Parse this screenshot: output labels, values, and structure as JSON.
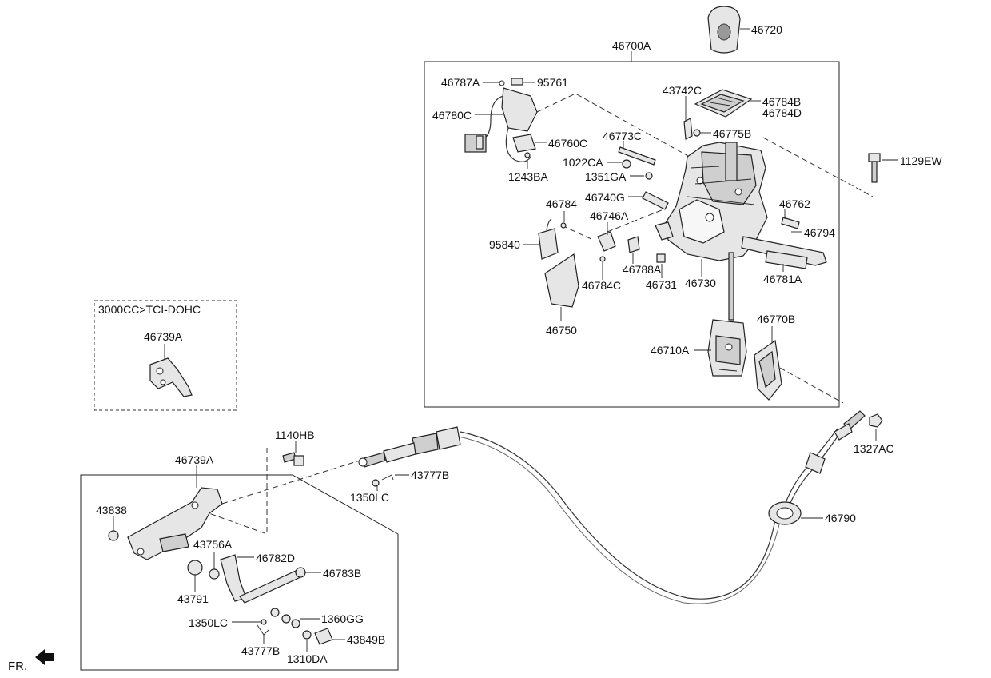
{
  "diagram": {
    "labels": {
      "l46720": "46720",
      "l46700A": "46700A",
      "l46787A": "46787A",
      "l95761": "95761",
      "l43742C": "43742C",
      "l46784B": "46784B",
      "l46784D": "46784D",
      "l46780C": "46780C",
      "l46775B": "46775B",
      "l46773C": "46773C",
      "l46760C": "46760C",
      "l1022CA": "1022CA",
      "l1129EW": "1129EW",
      "l1243BA": "1243BA",
      "l1351GA": "1351GA",
      "l46740G": "46740G",
      "l46784": "46784",
      "l46762": "46762",
      "l46746A": "46746A",
      "l46794": "46794",
      "l95840": "95840",
      "l46788A": "46788A",
      "l46781A": "46781A",
      "l46784C": "46784C",
      "l46731": "46731",
      "l46730": "46730",
      "l46750": "46750",
      "l46770B": "46770B",
      "l46710A": "46710A",
      "l3000CC": "3000CC>TCI-DOHC",
      "l46739A_inset": "46739A",
      "l1140HB": "1140HB",
      "l1327AC": "1327AC",
      "l46739A": "46739A",
      "l43777B_top": "43777B",
      "l1350LC_top": "1350LC",
      "l43838": "43838",
      "l46790": "46790",
      "l43756A": "43756A",
      "l46782D": "46782D",
      "l46783B": "46783B",
      "l43791": "43791",
      "l1360GG": "1360GG",
      "l1350LC": "1350LC",
      "l43849B": "43849B",
      "l43777B": "43777B",
      "l1310DA": "1310DA",
      "fr": "FR."
    }
  }
}
